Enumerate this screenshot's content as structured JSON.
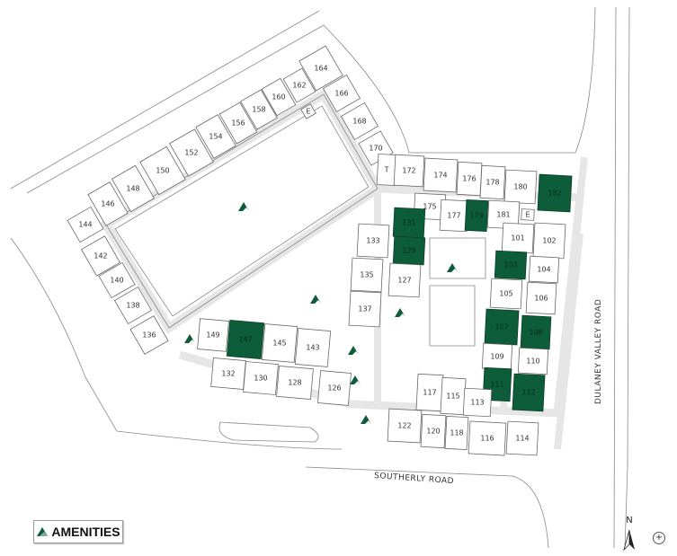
{
  "map": {
    "roads": {
      "southerly": "SOUTHERLY ROAD",
      "dulaney": "DULANEY VALLEY ROAD"
    },
    "colors": {
      "available": "#ffffff",
      "highlighted": "#0d5c3a",
      "road": "#e6e6e6"
    },
    "units": [
      {
        "label": "146",
        "highlighted": false
      },
      {
        "label": "148",
        "highlighted": false
      },
      {
        "label": "150",
        "highlighted": false
      },
      {
        "label": "152",
        "highlighted": false
      },
      {
        "label": "154",
        "highlighted": false
      },
      {
        "label": "156",
        "highlighted": false
      },
      {
        "label": "158",
        "highlighted": false
      },
      {
        "label": "160",
        "highlighted": false
      },
      {
        "label": "162",
        "highlighted": false
      },
      {
        "label": "164",
        "highlighted": false
      },
      {
        "label": "166",
        "highlighted": false
      },
      {
        "label": "168",
        "highlighted": false
      },
      {
        "label": "170",
        "highlighted": false
      },
      {
        "label": "144",
        "highlighted": false
      },
      {
        "label": "142",
        "highlighted": false
      },
      {
        "label": "140",
        "highlighted": false
      },
      {
        "label": "138",
        "highlighted": false
      },
      {
        "label": "136",
        "highlighted": false
      },
      {
        "label": "T",
        "highlighted": false
      },
      {
        "label": "172",
        "highlighted": false
      },
      {
        "label": "174",
        "highlighted": false
      },
      {
        "label": "176",
        "highlighted": false
      },
      {
        "label": "178",
        "highlighted": false
      },
      {
        "label": "180",
        "highlighted": false
      },
      {
        "label": "182",
        "highlighted": true
      },
      {
        "label": "175",
        "highlighted": false
      },
      {
        "label": "177",
        "highlighted": false
      },
      {
        "label": "179",
        "highlighted": true
      },
      {
        "label": "181",
        "highlighted": false
      },
      {
        "label": "E",
        "highlighted": false
      },
      {
        "label": "131",
        "highlighted": true
      },
      {
        "label": "129",
        "highlighted": true
      },
      {
        "label": "133",
        "highlighted": false
      },
      {
        "label": "135",
        "highlighted": false
      },
      {
        "label": "137",
        "highlighted": false
      },
      {
        "label": "127",
        "highlighted": false
      },
      {
        "label": "101",
        "highlighted": false
      },
      {
        "label": "102",
        "highlighted": false
      },
      {
        "label": "103",
        "highlighted": true
      },
      {
        "label": "104",
        "highlighted": false
      },
      {
        "label": "105",
        "highlighted": false
      },
      {
        "label": "106",
        "highlighted": false
      },
      {
        "label": "107",
        "highlighted": true
      },
      {
        "label": "108",
        "highlighted": true
      },
      {
        "label": "109",
        "highlighted": false
      },
      {
        "label": "110",
        "highlighted": false
      },
      {
        "label": "111",
        "highlighted": true
      },
      {
        "label": "112",
        "highlighted": true
      },
      {
        "label": "117",
        "highlighted": false
      },
      {
        "label": "115",
        "highlighted": false
      },
      {
        "label": "113",
        "highlighted": false
      },
      {
        "label": "149",
        "highlighted": false
      },
      {
        "label": "147",
        "highlighted": true
      },
      {
        "label": "145",
        "highlighted": false
      },
      {
        "label": "143",
        "highlighted": false
      },
      {
        "label": "132",
        "highlighted": false
      },
      {
        "label": "130",
        "highlighted": false
      },
      {
        "label": "128",
        "highlighted": false
      },
      {
        "label": "126",
        "highlighted": false
      },
      {
        "label": "122",
        "highlighted": false
      },
      {
        "label": "120",
        "highlighted": false
      },
      {
        "label": "118",
        "highlighted": false
      },
      {
        "label": "116",
        "highlighted": false
      },
      {
        "label": "114",
        "highlighted": false
      },
      {
        "label": "E",
        "highlighted": false
      }
    ],
    "amenity_count": 8
  },
  "legend": {
    "label": "AMENITIES"
  },
  "compass": {
    "label": "N"
  },
  "controls": {
    "zoom_label": "+"
  }
}
